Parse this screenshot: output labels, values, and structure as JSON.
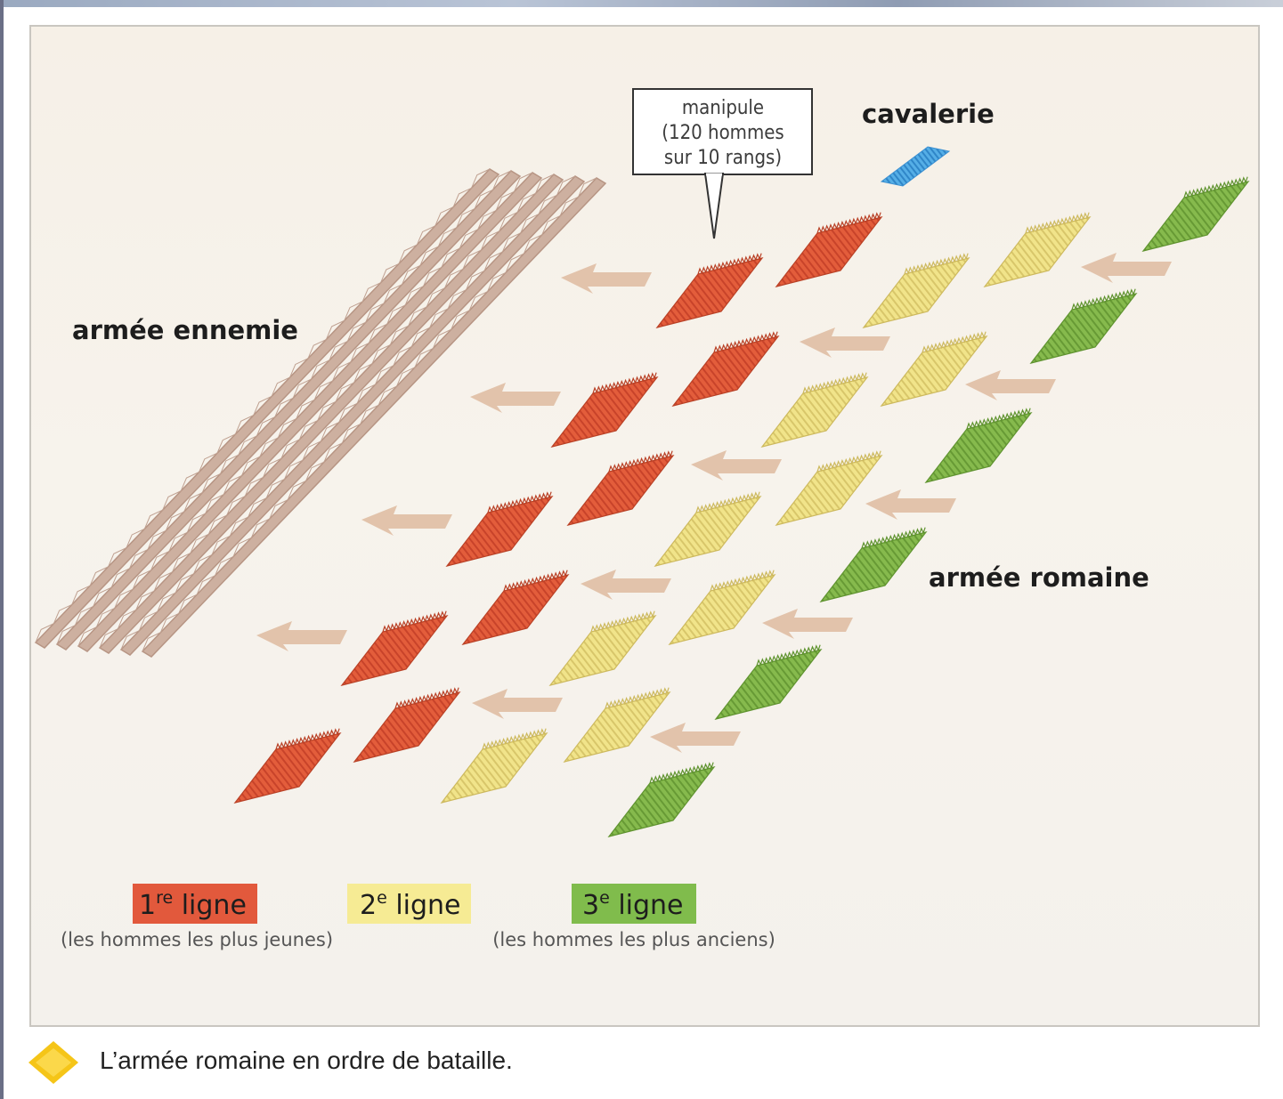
{
  "diagram": {
    "labels": {
      "enemy_army": "armée ennemie",
      "roman_army": "armée romaine",
      "cavalry": "cavalerie"
    },
    "callout": {
      "lines": [
        "manipule",
        "(120 hommes",
        "sur 10 rangs)"
      ]
    },
    "legend": [
      {
        "num": "1",
        "sup": "re",
        "word": " ligne",
        "note": "(les hommes les plus jeunes)",
        "color": "#e0583a"
      },
      {
        "num": "2",
        "sup": "e",
        "word": " ligne",
        "note": "",
        "color": "#f5ea8f"
      },
      {
        "num": "3",
        "sup": "e",
        "word": " ligne",
        "note": "(les hommes les plus anciens)",
        "color": "#7fbb4a"
      }
    ],
    "colors": {
      "first_line": "#e0583a",
      "second_line": "#efdd7a",
      "third_line": "#7fb347",
      "cavalry": "#4aa3e0",
      "enemy": "#c9aa9a",
      "arrow": "#e3c2a8"
    }
  },
  "caption": {
    "text": "L’armée romaine en ordre de bataille."
  }
}
